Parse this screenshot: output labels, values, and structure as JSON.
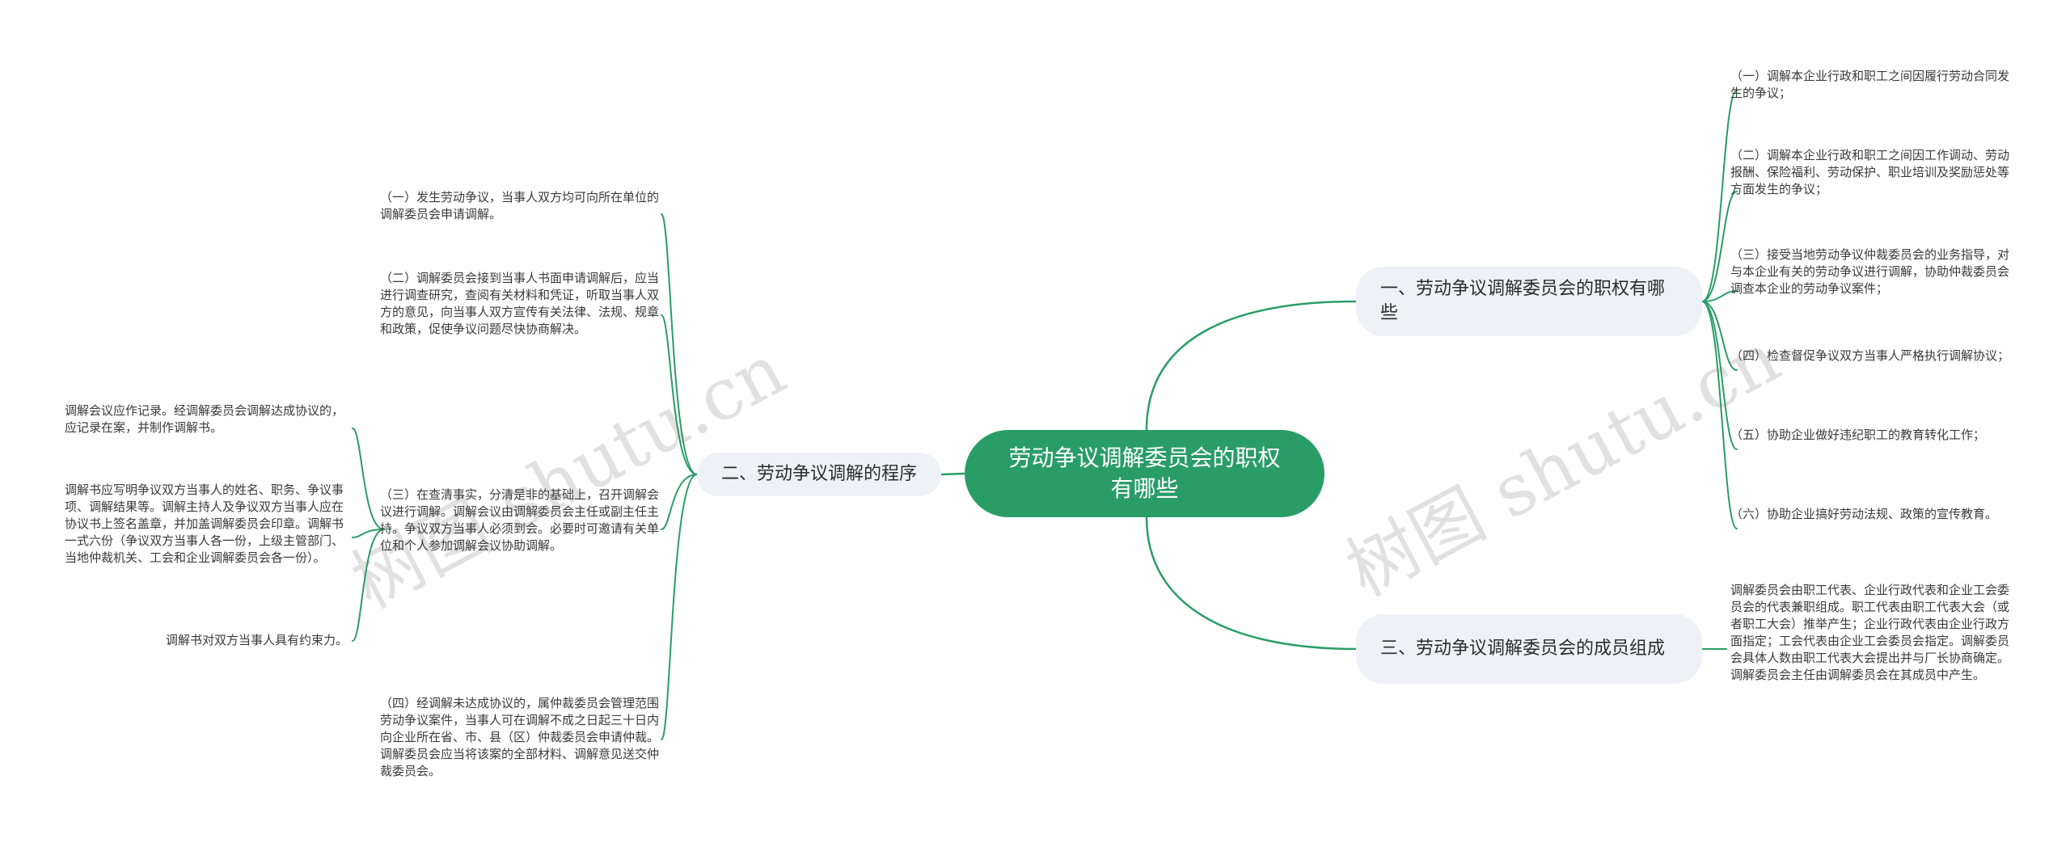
{
  "root": {
    "label": "劳动争议调解委员会的职权有哪些"
  },
  "branches": [
    {
      "label": "一、劳动争议调解委员会的职权有哪些",
      "leaves": [
        "（一）调解本企业行政和职工之间因履行劳动合同发生的争议；",
        "（二）调解本企业行政和职工之间因工作调动、劳动报酬、保险福利、劳动保护、职业培训及奖励惩处等方面发生的争议；",
        "（三）接受当地劳动争议仲裁委员会的业务指导，对与本企业有关的劳动争议进行调解，协助仲裁委员会调查本企业的劳动争议案件；",
        "（四）检查督促争议双方当事人严格执行调解协议；",
        "（五）协助企业做好违纪职工的教育转化工作；",
        "（六）协助企业搞好劳动法规、政策的宣传教育。"
      ]
    },
    {
      "label": "二、劳动争议调解的程序",
      "leaves": [
        "（一）发生劳动争议，当事人双方均可向所在单位的调解委员会申请调解。",
        "（二）调解委员会接到当事人书面申请调解后，应当进行调查研究，查阅有关材料和凭证，听取当事人双方的意见，向当事人双方宣传有关法律、法规、规章和政策，促使争议问题尽快协商解决。",
        "（三）在查清事实，分清是非的基础上，召开调解会议进行调解。调解会议由调解委员会主任或副主任主持。争议双方当事人必须到会。必要时可邀请有关单位和个人参加调解会议协助调解。",
        "（四）经调解未达成协议的，属仲裁委员会管理范围劳动争议案件，当事人可在调解不成之日起三十日内向企业所在省、市、县（区）仲裁委员会申请仲裁。调解委员会应当将该案的全部材料、调解意见送交仲裁委员会。"
      ],
      "sub_leaves": [
        "调解会议应作记录。经调解委员会调解达成协议的，应记录在案，并制作调解书。",
        "调解书应写明争议双方当事人的姓名、职务、争议事项、调解结果等。调解主持人及争议双方当事人应在协议书上签名盖章，并加盖调解委员会印章。调解书一式六份（争议双方当事人各一份，上级主管部门、当地仲裁机关、工会和企业调解委员会各一份）。",
        "调解书对双方当事人具有约束力。"
      ]
    },
    {
      "label": "三、劳动争议调解委员会的成员组成",
      "leaves": [
        "调解委员会由职工代表、企业行政代表和企业工会委员会的代表兼职组成。职工代表由职工代表大会（或者职工大会）推举产生；企业行政代表由企业行政方面指定；工会代表由企业工会委员会指定。调解委员会具体人数由职工代表大会提出并与厂长协商确定。调解委员会主任由调解委员会在其成员中产生。"
      ]
    }
  ],
  "watermarks": [
    "树图 shutu.cn",
    "树图 shutu.cn"
  ],
  "colors": {
    "root": "#2a9d67",
    "line": "#2a9d67",
    "branch_bg": "#eef1f5"
  }
}
